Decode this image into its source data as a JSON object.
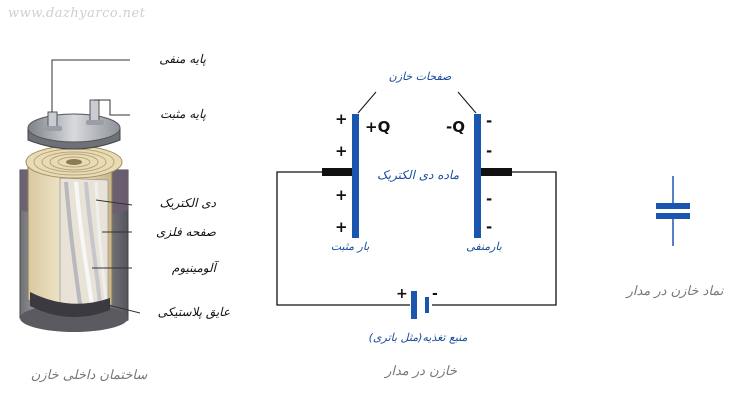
{
  "watermark": "www.dazhyarco.net",
  "capacitor_structure": {
    "labels": {
      "negative_lead": "پایه منفی",
      "positive_lead": "پایه مثبت",
      "dielectric": "دی الکتریک",
      "metal_plate": "صفحه فلزی",
      "aluminium": "آلومینیوم",
      "plastic_insulator": "عایق پلاستیکی"
    },
    "caption": "ساختمان داخلی خازن"
  },
  "circuit": {
    "plates_label": "صفحات خازن",
    "dielectric_label": "ماده دی الکتریک",
    "left_charge": "+Q",
    "right_charge": "-Q",
    "plus_sign": "+",
    "minus_sign": "-",
    "positive_charge_label": "بار مثبت",
    "negative_charge_label": "بارمنفی",
    "battery_plus": "+",
    "battery_minus": "-",
    "source_label": "منبع تغذیه(مثل باتری)",
    "caption": "خازن در مدار",
    "plate_color": "#1a55b0"
  },
  "symbol": {
    "caption": "نماد خازن در مدار",
    "color": "#1a55b0"
  }
}
